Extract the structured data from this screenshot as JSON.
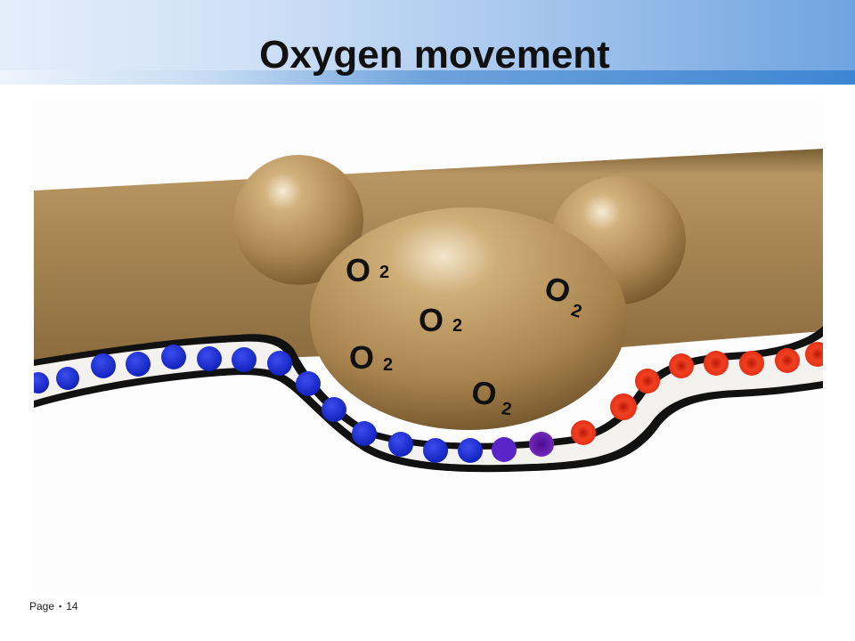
{
  "slide": {
    "title": "Oxygen movement",
    "footer": {
      "page_label": "Page",
      "separator": "▪",
      "page_number": "14"
    }
  },
  "diagram": {
    "oxygen_labels": [
      {
        "symbol": "O",
        "subscript": "2"
      },
      {
        "symbol": "O",
        "subscript": "2"
      },
      {
        "symbol": "O",
        "subscript": "2"
      },
      {
        "symbol": "O",
        "subscript": "2"
      },
      {
        "symbol": "O",
        "subscript": "2"
      }
    ],
    "colors": {
      "alveolus": "#b08b55",
      "capillary_wall": "#111111",
      "deoxygenated_cell": "#1f2fd6",
      "transition_cell": "#6a22b0",
      "oxygenated_cell": "#e8301c",
      "header_accent": "#3e86d2"
    }
  }
}
